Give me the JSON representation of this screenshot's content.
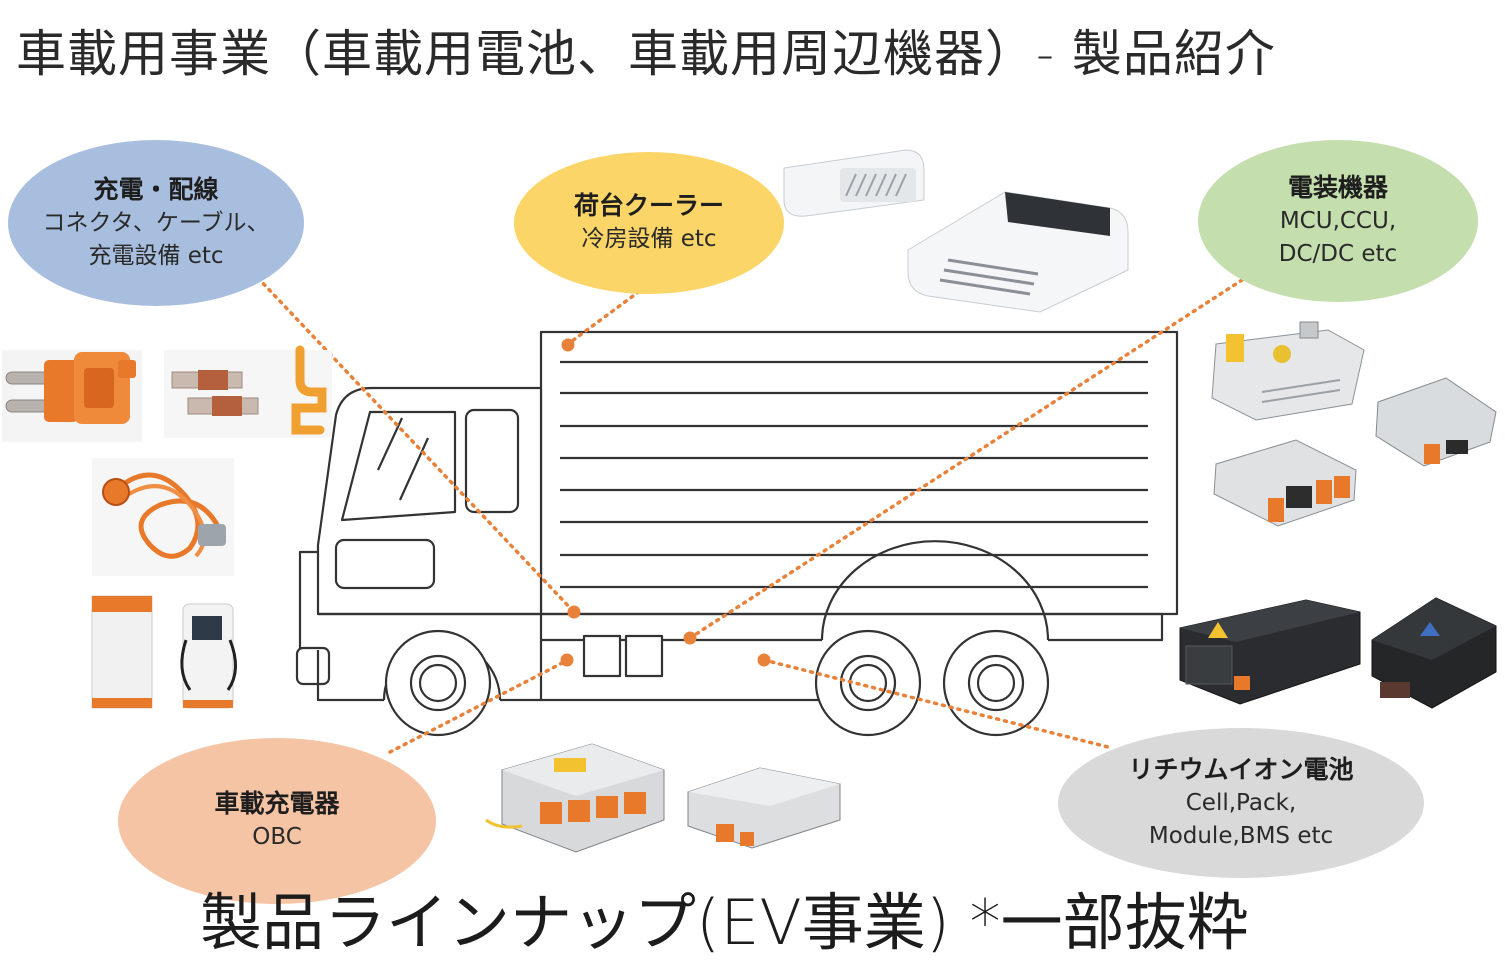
{
  "title": "車載用事業（車載用電池、車載用周辺機器）- 製品紹介",
  "footer": "製品ラインナップ(EV事業) *一部抜粋",
  "bubbles": {
    "charging": {
      "title": "充電・配線",
      "lines": [
        "コネクタ、ケーブル、",
        "充電設備 etc"
      ]
    },
    "cooler": {
      "title": "荷台クーラー",
      "lines": [
        "冷房設備 etc"
      ]
    },
    "electrical": {
      "title": "電装機器",
      "lines": [
        "MCU,CCU,",
        "DC/DC etc"
      ]
    },
    "obc": {
      "title": "車載充電器",
      "lines": [
        "OBC"
      ]
    },
    "battery": {
      "title": "リチウムイオン電池",
      "lines": [
        "Cell,Pack,",
        "Module,BMS etc"
      ]
    }
  },
  "colors": {
    "charging_bubble": "#a8bedf",
    "cooler_bubble": "#fbd567",
    "electrical_bubble": "#c4deae",
    "obc_bubble": "#f5c4a4",
    "battery_bubble": "#d9d9d9",
    "leader_line": "#e8823a",
    "truck_outline": "#333333",
    "connector_orange": "#e8782a"
  },
  "icons": [
    "truck-outline-icon",
    "hv-connector-icon",
    "busbar-icon",
    "cable-harness-icon",
    "charging-station-icon",
    "roof-cooler-icon",
    "controller-unit-icon",
    "battery-pack-icon",
    "onboard-charger-icon"
  ]
}
